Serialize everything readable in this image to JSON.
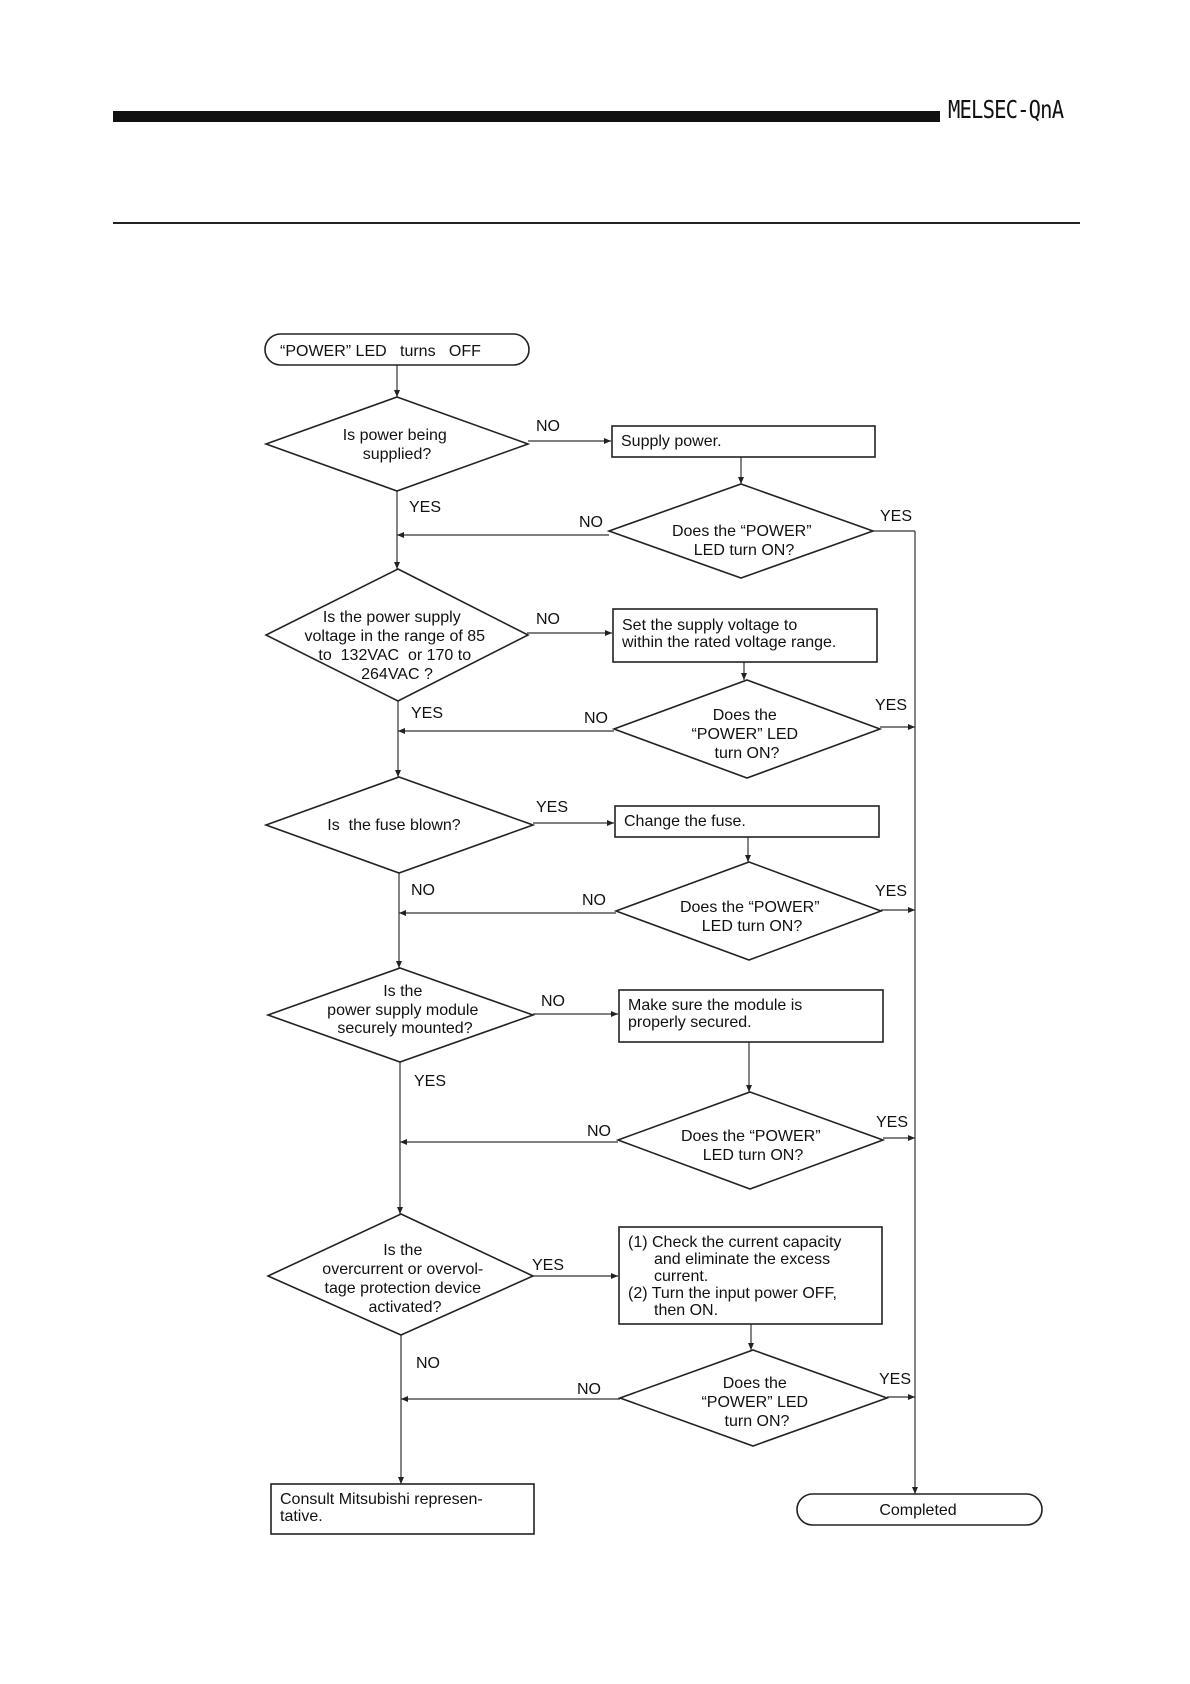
{
  "header": {
    "title": "MELSEC-QnA"
  },
  "flow": {
    "start": "“POWER” LED   turns   OFF",
    "q1": [
      "Is power being",
      "supplied?"
    ],
    "a1": [
      "Supply power."
    ],
    "c1": [
      "Does the “POWER”",
      "LED turn ON?"
    ],
    "q2": [
      "Is the power supply",
      "voltage in the range of 85",
      "to  132VAC  or 170 to",
      "264VAC ?"
    ],
    "a2": [
      "Set the supply voltage to",
      "within the rated voltage range."
    ],
    "c2": [
      "Does the",
      "“POWER” LED",
      "turn ON?"
    ],
    "q3": [
      "Is  the fuse blown?"
    ],
    "a3": [
      "Change the fuse."
    ],
    "c3": [
      "Does the “POWER”",
      "LED turn ON?"
    ],
    "q4": [
      "Is the",
      "power supply module",
      "securely mounted?"
    ],
    "a4": [
      "Make sure the module is",
      "properly secured."
    ],
    "c4": [
      "Does the “POWER”",
      "LED turn ON?"
    ],
    "q5": [
      "Is the",
      "overcurrent or overvol-",
      "tage protection device",
      "activated?"
    ],
    "a5": [
      "(1) Check the current capacity",
      "and eliminate the excess",
      "current.",
      "(2) Turn the input power OFF,",
      "then ON."
    ],
    "c5": [
      "Does the",
      "“POWER” LED",
      "turn ON?"
    ],
    "consult": [
      "Consult Mitsubishi represen-",
      "tative."
    ],
    "end": "Completed",
    "yes": "YES",
    "no": "NO"
  }
}
